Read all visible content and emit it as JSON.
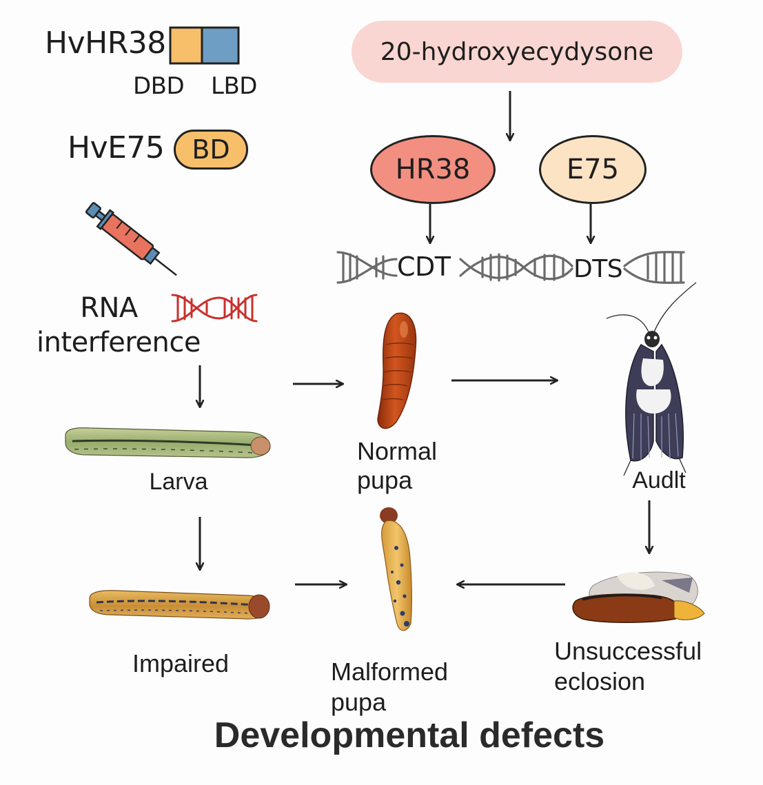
{
  "legend": {
    "hr38_name": "HvHR38",
    "dbd": "DBD",
    "lbd": "LBD",
    "e75_name": "HvE75",
    "bd": "BD"
  },
  "hormone": "20-hydroxyecydysone",
  "nodes": {
    "hr38": "HR38",
    "e75": "E75"
  },
  "dna_genes": {
    "cdt": "CDT",
    "dts": "DTS"
  },
  "rnai": {
    "line1": "RNA",
    "line2": "interference"
  },
  "stages": {
    "larva": "Larva",
    "normal_pupa_l1": "Normal",
    "normal_pupa_l2": "pupa",
    "adult": "Audlt",
    "impaired": "Impaired",
    "malformed_l1": "Malformed",
    "malformed_l2": "pupa",
    "unsuccessful_l1": "Unsuccessful",
    "unsuccessful_l2": "eclosion"
  },
  "footer": "Developmental defects",
  "colors": {
    "dbd": "#f7bf6a",
    "lbd": "#6f9ec4",
    "hormone_bg": "#f9d6d2",
    "hr38_bg": "#f38f80",
    "e75_bg": "#fbe3c4",
    "bd_bg": "#f7bf6a",
    "dna_grey": "#6a6a6a",
    "dna_red": "#c9302c",
    "syringe_red": "#e8735e",
    "syringe_blue": "#5b8db4"
  }
}
